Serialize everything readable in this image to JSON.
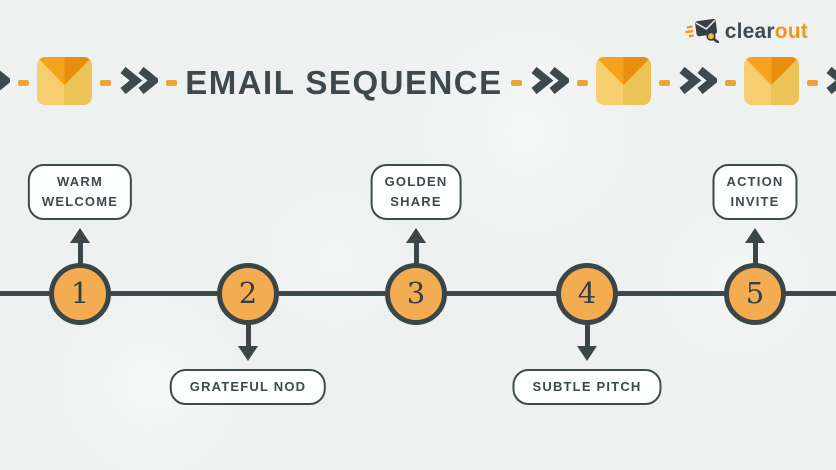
{
  "brand": {
    "logo_text_primary": "clear",
    "logo_text_secondary": "out",
    "logo_icon": "mail-magnifier-icon"
  },
  "header": {
    "title": "EMAIL SEQUENCE",
    "decoration_icons": [
      "chevron-right-icon",
      "dash",
      "envelope-icon"
    ]
  },
  "timeline": {
    "steps": [
      {
        "number": "1",
        "label": "WARM WELCOME",
        "label_position": "top"
      },
      {
        "number": "2",
        "label": "GRATEFUL NOD",
        "label_position": "bottom"
      },
      {
        "number": "3",
        "label": "GOLDEN SHARE",
        "label_position": "top"
      },
      {
        "number": "4",
        "label": "SUBTLE PITCH",
        "label_position": "bottom"
      },
      {
        "number": "5",
        "label": "ACTION INVITE",
        "label_position": "top"
      }
    ]
  },
  "colors": {
    "background": "#EDF1F0",
    "dark_slate": "#3D4A4D",
    "circle_fill": "#F4AC52",
    "envelope_body_light": "#F6CE6F",
    "envelope_body_dark": "#EDC256",
    "envelope_flap_light": "#F5A21C",
    "envelope_flap_dark": "#E88E0C",
    "dash_orange": "#ECA438",
    "logo_orange": "#F2951F",
    "box_background": "#FDFEFE"
  }
}
